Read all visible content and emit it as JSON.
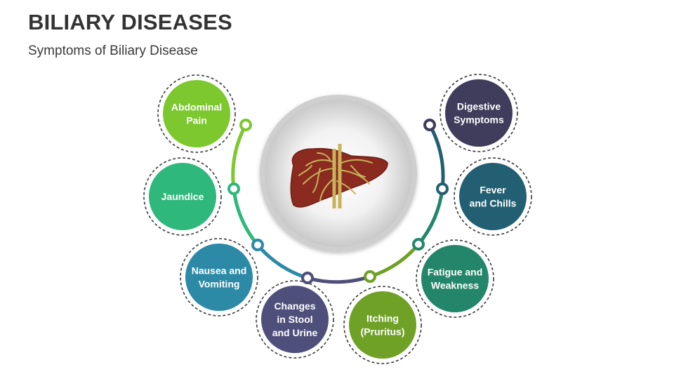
{
  "title": "BILIARY DISEASES",
  "subtitle": "Symptoms of Biliary Disease",
  "colors": {
    "lime": "#7cc82e",
    "teal_green": "#2eb87b",
    "blue": "#2c8aa7",
    "purple": "#4f4f7b",
    "green": "#70a127",
    "sea_green": "#23866a",
    "dark_teal": "#235f72",
    "dark_purple": "#3f3c5c",
    "liver": "#8b2a1f",
    "vessels": "#c8b25a"
  },
  "symptoms": [
    {
      "lines": [
        "Abdominal",
        "Pain"
      ],
      "color": "#7cc82e",
      "icon": "circle"
    },
    {
      "lines": [
        "Jaundice"
      ],
      "color": "#2eb87b",
      "icon": "circle"
    },
    {
      "lines": [
        "Nausea and",
        "Vomiting"
      ],
      "color": "#2c8aa7",
      "icon": "circle"
    },
    {
      "lines": [
        "Changes",
        "in Stool",
        "and Urine"
      ],
      "color": "#4f4f7b",
      "icon": "circle"
    },
    {
      "lines": [
        "Itching",
        "(Pruritus)"
      ],
      "color": "#70a127",
      "icon": "circle"
    },
    {
      "lines": [
        "Fatigue and",
        "Weakness"
      ],
      "color": "#23866a",
      "icon": "circle"
    },
    {
      "lines": [
        "Fever",
        "and Chills"
      ],
      "color": "#235f72",
      "icon": "circle"
    },
    {
      "lines": [
        "Digestive",
        "Symptoms"
      ],
      "color": "#3f3c5c",
      "icon": "circle"
    }
  ],
  "center_icon": "liver-icon"
}
